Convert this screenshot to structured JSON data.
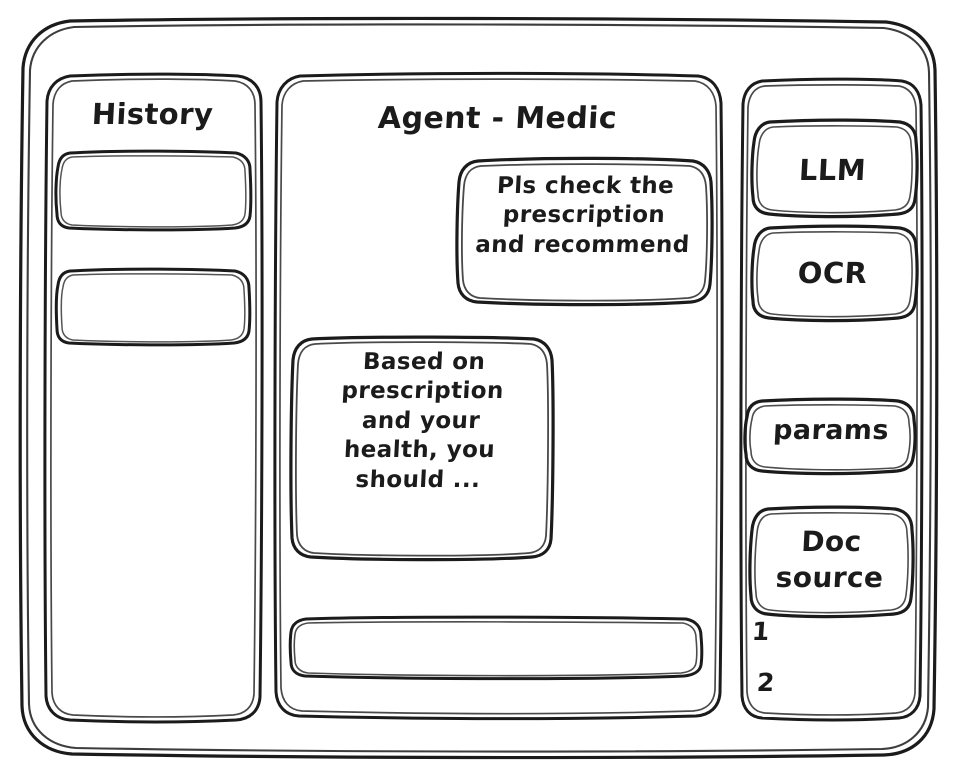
{
  "window": {
    "name": "app-window",
    "style": "hand-drawn wireframe",
    "stroke_color": "#1b1b1b",
    "background_color": "#ffffff"
  },
  "history_panel": {
    "title": "History",
    "items": [
      {
        "label": "",
        "name": "history-item-1"
      },
      {
        "label": "",
        "name": "history-item-2"
      }
    ]
  },
  "agent_panel": {
    "title": "Agent - Medic",
    "messages": [
      {
        "role": "user",
        "text": "Pls check the\nprescription\nand recommend",
        "align": "right"
      },
      {
        "role": "assistant",
        "text": "Based on\nprescription\nand your\nhealth, you\nshould ...",
        "align": "left"
      }
    ],
    "composer": {
      "value": "",
      "placeholder": ""
    }
  },
  "tools_panel": {
    "buttons": [
      {
        "label": "LLM",
        "name": "tool-button-llm"
      },
      {
        "label": "OCR",
        "name": "tool-button-ocr"
      },
      {
        "label": "params",
        "name": "tool-button-params"
      }
    ],
    "doc_source": {
      "label": "Doc\nsource",
      "citations": [
        "1",
        "2"
      ]
    }
  }
}
